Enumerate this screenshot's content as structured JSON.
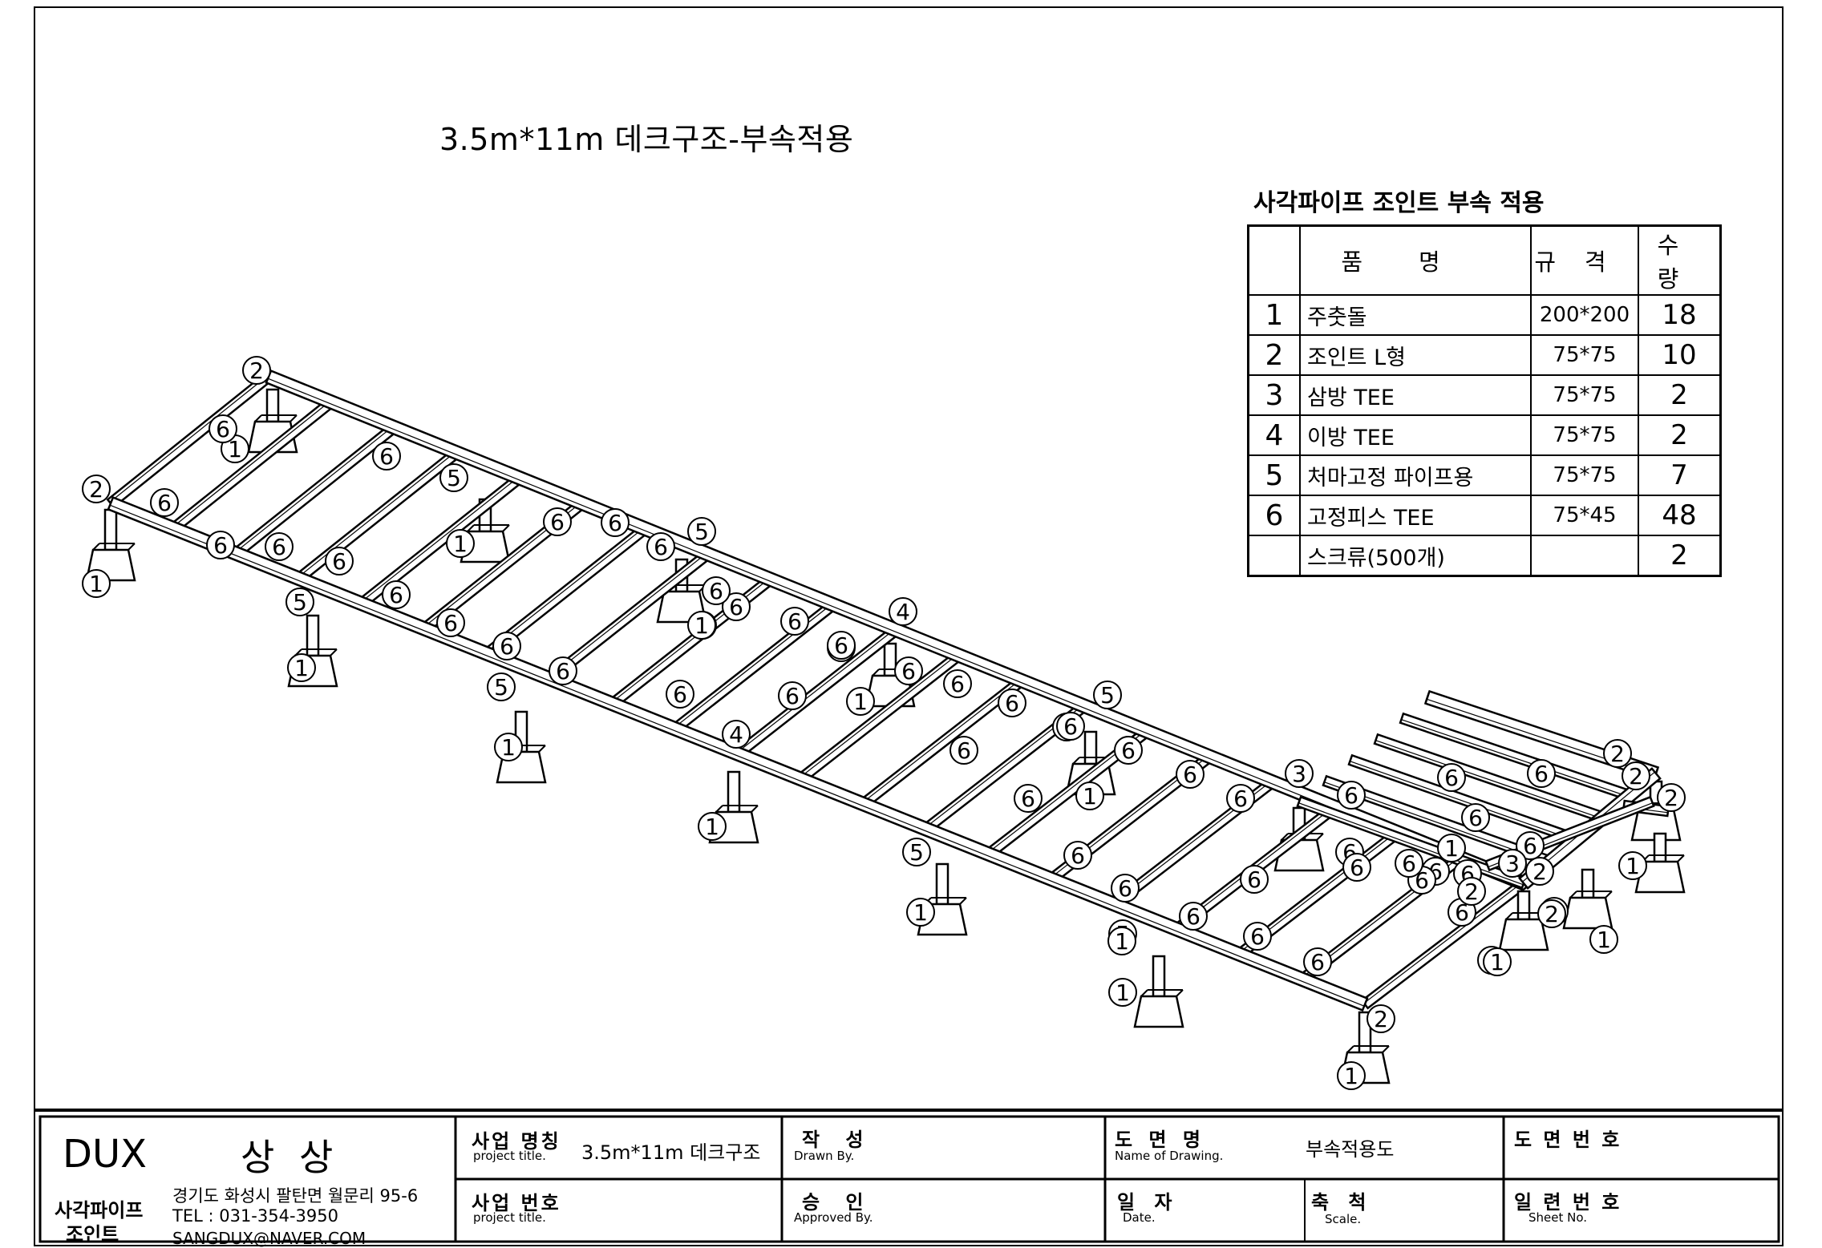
{
  "drawing_title": "3.5m*11m 데크구조-부속적용",
  "parts_table": {
    "title": "사각파이프 조인트 부속 적용",
    "headers": {
      "name": "품명",
      "spec": "규격",
      "qty": "수량"
    },
    "rows": [
      {
        "no": "1",
        "name": "주춧돌",
        "spec": "200*200",
        "qty": "18"
      },
      {
        "no": "2",
        "name": "조인트 L형",
        "spec": "75*75",
        "qty": "10"
      },
      {
        "no": "3",
        "name": "삼방 TEE",
        "spec": "75*75",
        "qty": "2"
      },
      {
        "no": "4",
        "name": "이방 TEE",
        "spec": "75*75",
        "qty": "2"
      },
      {
        "no": "5",
        "name": "처마고정 파이프용",
        "spec": "75*75",
        "qty": "7"
      },
      {
        "no": "6",
        "name": "고정피스 TEE",
        "spec": "75*45",
        "qty": "48"
      },
      {
        "no": "",
        "name": "스크류(500개)",
        "spec": "",
        "qty": "2"
      }
    ]
  },
  "title_block": {
    "company_logo": "DUX",
    "company_name": "상 상",
    "company_sub_line1": "사각파이프",
    "company_sub_line2": "조인트",
    "address": "경기도 화성시 팔탄면 월문리 95-6",
    "tel": "TEL : 031-354-3950",
    "email": "SANGDUX@NAVER.COM",
    "project_name_label": "사업 명칭",
    "project_name_sub": "project title.",
    "project_name_value": "3.5m*11m 데크구조",
    "project_no_label": "사업 번호",
    "project_no_sub": "project title.",
    "drawn_label": "작 성",
    "drawn_sub": "Drawn By.",
    "approved_label": "승 인",
    "approved_sub": "Approved By.",
    "drawing_name_label": "도 면 명",
    "drawing_name_sub": "Name of Drawing.",
    "drawing_name_value": "부속적용도",
    "date_label": "일 자",
    "date_sub": "Date.",
    "scale_label": "축 척",
    "scale_sub": "Scale.",
    "drawing_no_label": "도 면 번 호",
    "sheet_no_label": "일 련 번 호",
    "sheet_no_sub": "Sheet No."
  },
  "callouts": [
    {
      "n": "2"
    },
    {
      "n": "2"
    },
    {
      "n": "1"
    },
    {
      "n": "1"
    },
    {
      "n": "6"
    },
    {
      "n": "6"
    },
    {
      "n": "6"
    },
    {
      "n": "6"
    },
    {
      "n": "6"
    },
    {
      "n": "5"
    },
    {
      "n": "6"
    },
    {
      "n": "1"
    },
    {
      "n": "6"
    },
    {
      "n": "6"
    },
    {
      "n": "6"
    },
    {
      "n": "6"
    },
    {
      "n": "5"
    },
    {
      "n": "1"
    },
    {
      "n": "6"
    },
    {
      "n": "6"
    },
    {
      "n": "6"
    },
    {
      "n": "5"
    },
    {
      "n": "6"
    },
    {
      "n": "6"
    },
    {
      "n": "1"
    },
    {
      "n": "6"
    },
    {
      "n": "6"
    },
    {
      "n": "6"
    },
    {
      "n": "6"
    },
    {
      "n": "4"
    },
    {
      "n": "5"
    },
    {
      "n": "1"
    },
    {
      "n": "6"
    },
    {
      "n": "6"
    },
    {
      "n": "6"
    },
    {
      "n": "4"
    },
    {
      "n": "1"
    },
    {
      "n": "6"
    },
    {
      "n": "6"
    },
    {
      "n": "6"
    },
    {
      "n": "1"
    },
    {
      "n": "6"
    },
    {
      "n": "6"
    },
    {
      "n": "5"
    },
    {
      "n": "6"
    },
    {
      "n": "6"
    },
    {
      "n": "6"
    },
    {
      "n": "6"
    },
    {
      "n": "1"
    },
    {
      "n": "6"
    },
    {
      "n": "6"
    },
    {
      "n": "6"
    },
    {
      "n": "5"
    },
    {
      "n": "1"
    },
    {
      "n": "6"
    },
    {
      "n": "6"
    },
    {
      "n": "6"
    },
    {
      "n": "6"
    },
    {
      "n": "6"
    },
    {
      "n": "5"
    },
    {
      "n": "1"
    },
    {
      "n": "6"
    },
    {
      "n": "6"
    },
    {
      "n": "1"
    },
    {
      "n": "2"
    },
    {
      "n": "1"
    },
    {
      "n": "3"
    },
    {
      "n": "6"
    },
    {
      "n": "6"
    },
    {
      "n": "1"
    },
    {
      "n": "6"
    },
    {
      "n": "6"
    },
    {
      "n": "6"
    },
    {
      "n": "6"
    },
    {
      "n": "6"
    },
    {
      "n": "6"
    },
    {
      "n": "2"
    },
    {
      "n": "2"
    },
    {
      "n": "2"
    },
    {
      "n": "1"
    },
    {
      "n": "3"
    },
    {
      "n": "2"
    },
    {
      "n": "2"
    },
    {
      "n": "2"
    },
    {
      "n": "1"
    },
    {
      "n": "1"
    },
    {
      "n": "2"
    },
    {
      "n": "1"
    }
  ]
}
